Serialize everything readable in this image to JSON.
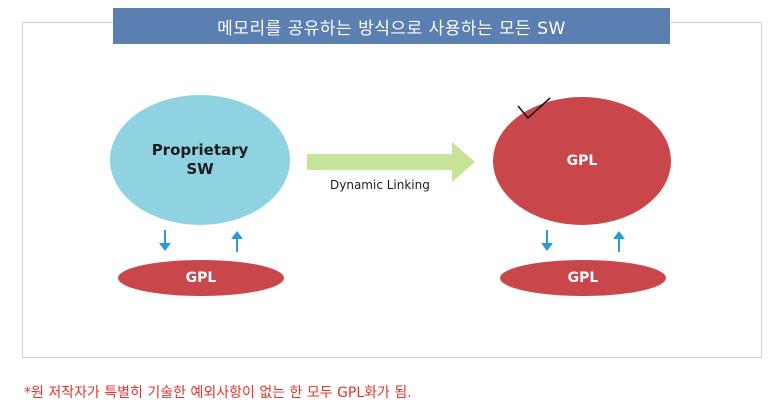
{
  "title": "메모리를 공유하는 방식으로 사용하는 모든 SW",
  "nodes": {
    "proprietary": "Proprietary\nSW",
    "gpl_main": "GPL",
    "gpl_left": "GPL",
    "gpl_right": "GPL"
  },
  "edge_label": "Dynamic Linking",
  "footnote": "*원 저작자가 특별히 기술한 예외사항이 없는 한 모두 GPL화가 됨.",
  "colors": {
    "title_bar": "#5a7fb0",
    "proprietary": "#8fd3e3",
    "gpl": "#c9464a",
    "arrow": "#c6e39a",
    "small_arrow": "#2a9bd6",
    "footnote": "#e8312a"
  },
  "icons": [
    "checkmark-icon",
    "arrow-right-icon",
    "arrow-down-icon",
    "arrow-up-icon"
  ]
}
